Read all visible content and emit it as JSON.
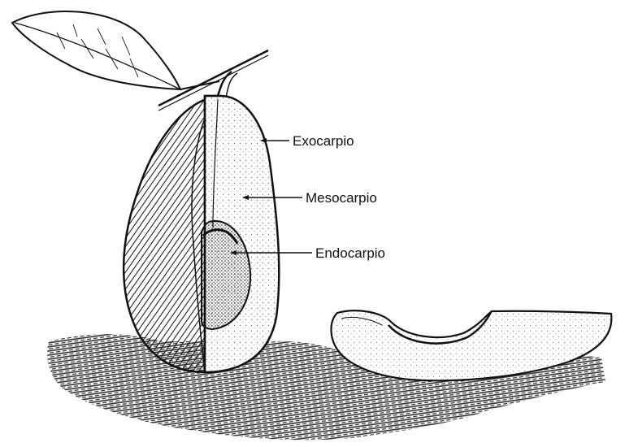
{
  "diagram": {
    "subject": "avocado fruit cross-section",
    "labels": {
      "exocarp": "Exocarpio",
      "mesocarp": "Mesocarpio",
      "endocarp": "Endocarpio"
    }
  },
  "colors": {
    "ink": "#111111",
    "background": "#ffffff"
  }
}
